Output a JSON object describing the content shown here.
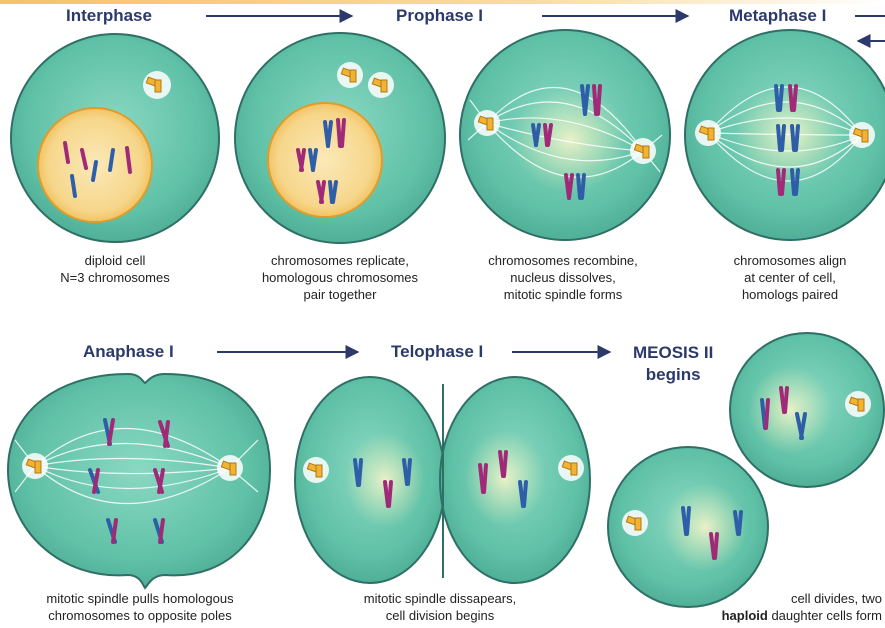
{
  "stages": {
    "interphase": {
      "title": "Interphase",
      "caption": [
        "diploid cell",
        "N=3 chromosomes"
      ]
    },
    "prophase1": {
      "title": "Prophase I",
      "caption": [
        "chromosomes replicate,",
        "homologous chromosomes",
        "pair together"
      ]
    },
    "metaphase1_label": {
      "title": "Metaphase I"
    },
    "prophase1_recombine": {
      "caption": [
        "chromosomes recombine,",
        "nucleus dissolves,",
        "mitotic spindle forms"
      ]
    },
    "metaphase1": {
      "caption": [
        "chromosomes align",
        "at center of cell,",
        "homologs paired"
      ]
    },
    "anaphase1": {
      "title": "Anaphase I",
      "caption": [
        "mitotic spindle pulls homologous",
        "chromosomes to opposite poles"
      ]
    },
    "telophase1": {
      "title": "Telophase I",
      "caption": [
        "mitotic spindle dissapears,",
        "cell division begins"
      ]
    },
    "meiosis2": {
      "title_line1": "MEOSIS II",
      "title_line2": "begins",
      "caption_line1": "cell divides, two",
      "caption_bold": "haploid",
      "caption_rest": " daughter cells form"
    }
  },
  "colors": {
    "cell_fill": "#5fc1a6",
    "cell_stroke": "#2f6f66",
    "nucleus_fill": "#f6c35e",
    "nucleus_inner": "#f7e2a8",
    "chromosome_blue": "#2f5ea8",
    "chromosome_magenta": "#a02a78",
    "centrosome": "#f2b233",
    "arrow": "#2b3a6b",
    "title": "#2b3a6b"
  }
}
